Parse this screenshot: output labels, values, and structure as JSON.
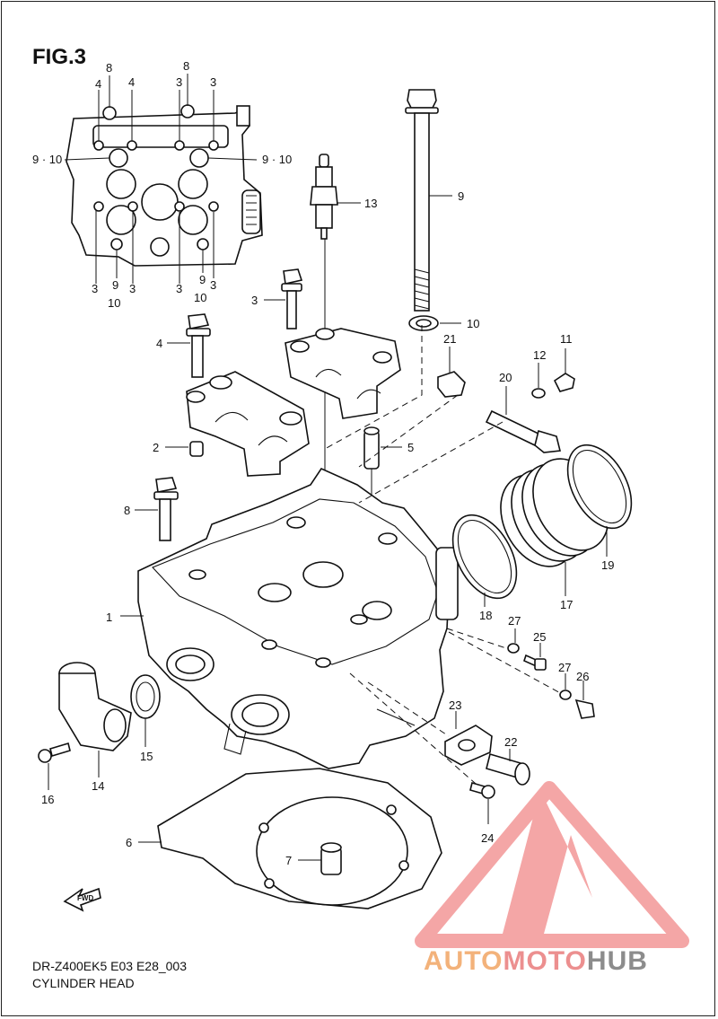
{
  "figure": {
    "title": "FIG.3",
    "model_code": "DR-Z400EK5 E03 E28_003",
    "name": "CYLINDER HEAD"
  },
  "badge": {
    "fwd_label": "FWD"
  },
  "watermark": {
    "part1": "AUTO",
    "part2": "MOTO",
    "part3": "HUB",
    "colors": {
      "auto": "#f3b27a",
      "moto": "#ec8f8f",
      "hub": "#8c8c8c",
      "logo": "#f4a6a6"
    }
  },
  "callouts": {
    "inset_8a": "8",
    "inset_8b": "8",
    "inset_4a": "4",
    "inset_4b": "4",
    "inset_3a": "3",
    "inset_3b": "3",
    "inset_910a": "9 · 10",
    "inset_910b": "9 · 10",
    "inset_3c": "3",
    "inset_9a": "9",
    "inset_3d": "3",
    "inset_3e": "3",
    "inset_9b": "9",
    "inset_3f": "3",
    "inset_10a": "10",
    "inset_10b": "10",
    "p1": "1",
    "p2": "2",
    "p3": "3",
    "p4": "4",
    "p5": "5",
    "p6": "6",
    "p7": "7",
    "p8": "8",
    "p9": "9",
    "p10": "10",
    "p11": "11",
    "p12": "12",
    "p13": "13",
    "p14": "14",
    "p15": "15",
    "p16": "16",
    "p17": "17",
    "p18": "18",
    "p19": "19",
    "p20": "20",
    "p21": "21",
    "p22": "22",
    "p23": "23",
    "p24": "24",
    "p25": "25",
    "p26": "26",
    "p27a": "27",
    "p27b": "27"
  }
}
